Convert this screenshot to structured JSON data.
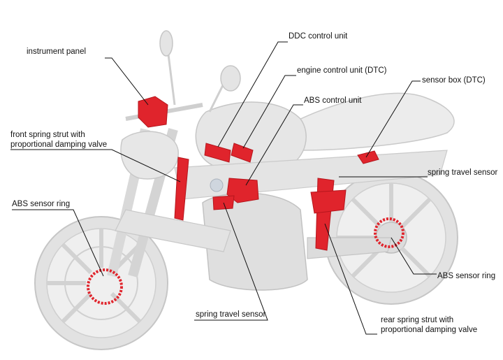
{
  "labels": {
    "instrument_panel": "instrument panel",
    "ddc_control_unit": "DDC control unit",
    "engine_control_unit": "engine control unit (DTC)",
    "abs_control_unit": "ABS control unit",
    "sensor_box": "sensor box (DTC)",
    "front_spring_strut_line1": "front spring strut with",
    "front_spring_strut_line2": "proportional damping valve",
    "spring_travel_sensor_right": "spring travel sensor",
    "abs_sensor_ring_left": "ABS sensor ring",
    "abs_sensor_ring_right": "ABS sensor ring",
    "spring_travel_sensor_bottom": "spring travel sensor",
    "rear_spring_strut_line1": "rear spring strut with",
    "rear_spring_strut_line2": "proportional damping valve"
  },
  "colors": {
    "highlight": "#e0242c",
    "bike_fill": "#e9e9e9",
    "bike_stroke": "#c4c4c4",
    "leader": "#111111"
  }
}
